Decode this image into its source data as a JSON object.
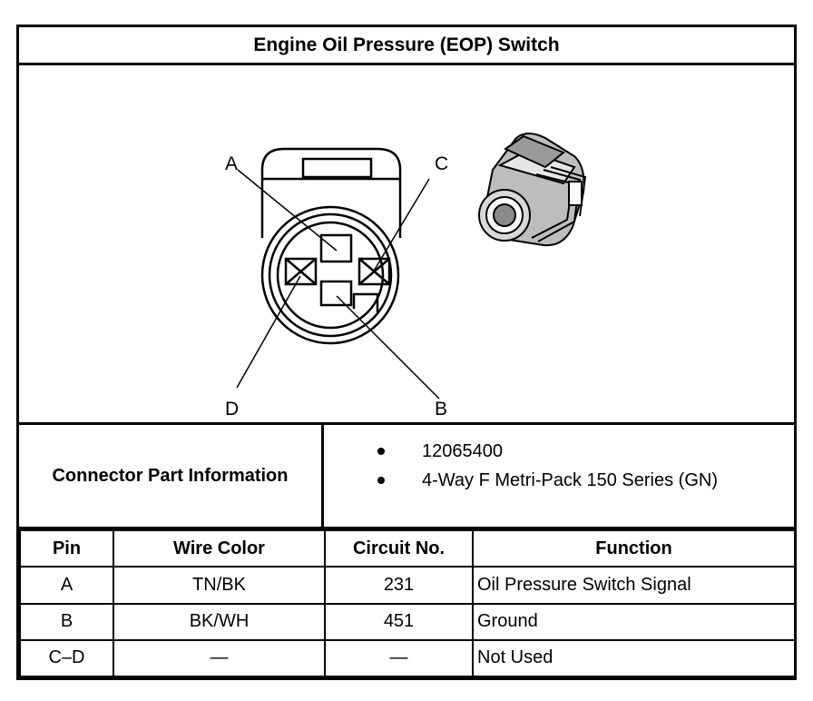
{
  "title": "Engine Oil Pressure (EOP) Switch",
  "diagram": {
    "pin_labels": [
      "A",
      "C",
      "D",
      "B"
    ]
  },
  "connector_info": {
    "label": "Connector Part Information",
    "items": [
      "12065400",
      "4-Way F Metri-Pack 150 Series (GN)"
    ]
  },
  "table": {
    "headers": [
      "Pin",
      "Wire Color",
      "Circuit No.",
      "Function"
    ],
    "rows": [
      [
        "A",
        "TN/BK",
        "231",
        "Oil Pressure Switch Signal"
      ],
      [
        "B",
        "BK/WH",
        "451",
        "Ground"
      ],
      [
        "C–D",
        "—",
        "—",
        "Not Used"
      ]
    ]
  }
}
